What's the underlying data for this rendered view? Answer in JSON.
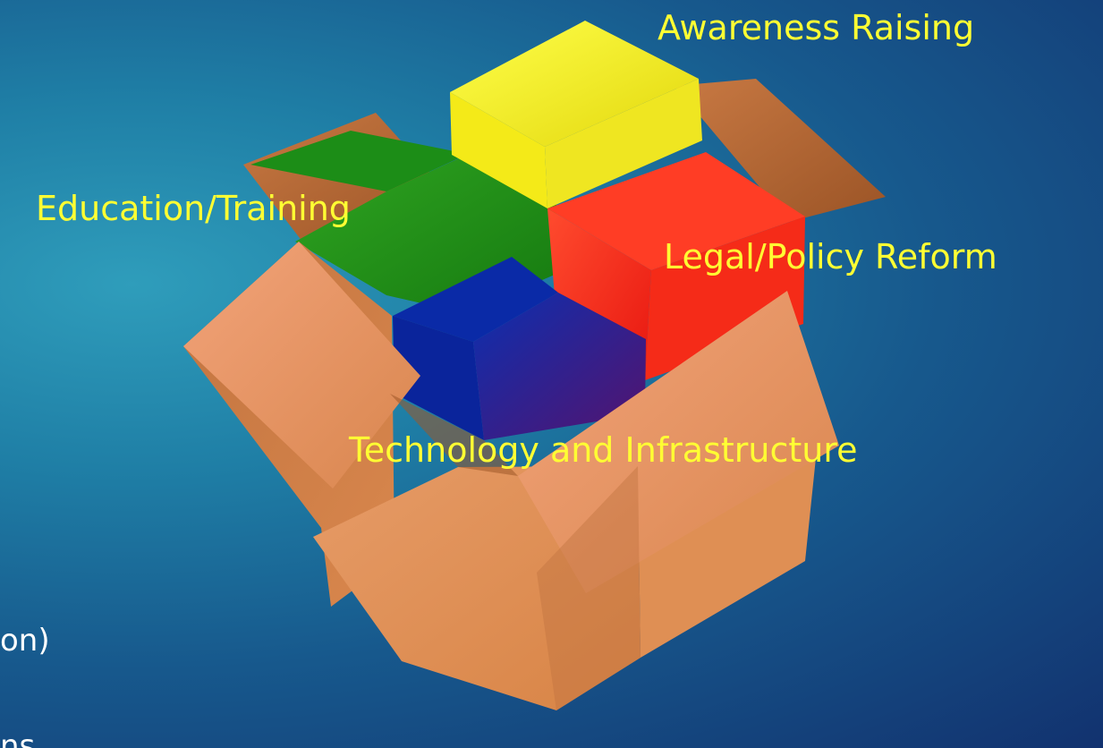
{
  "slide": {
    "labels": {
      "awareness_raising": "Awareness Raising",
      "education_training": "Education/Training",
      "legal_policy_reform": "Legal/Policy Reform",
      "technology_infrastructure": "Technology and Infrastructure"
    },
    "left_text_fragments": [
      "on)",
      "ns"
    ],
    "colors": {
      "label_text": "#ffff33",
      "box": "#e7935a",
      "yellow_block": "#f2ea17",
      "green_block": "#2b9d20",
      "red_block": "#ff2f18",
      "blue_block": "#061f8a"
    }
  }
}
